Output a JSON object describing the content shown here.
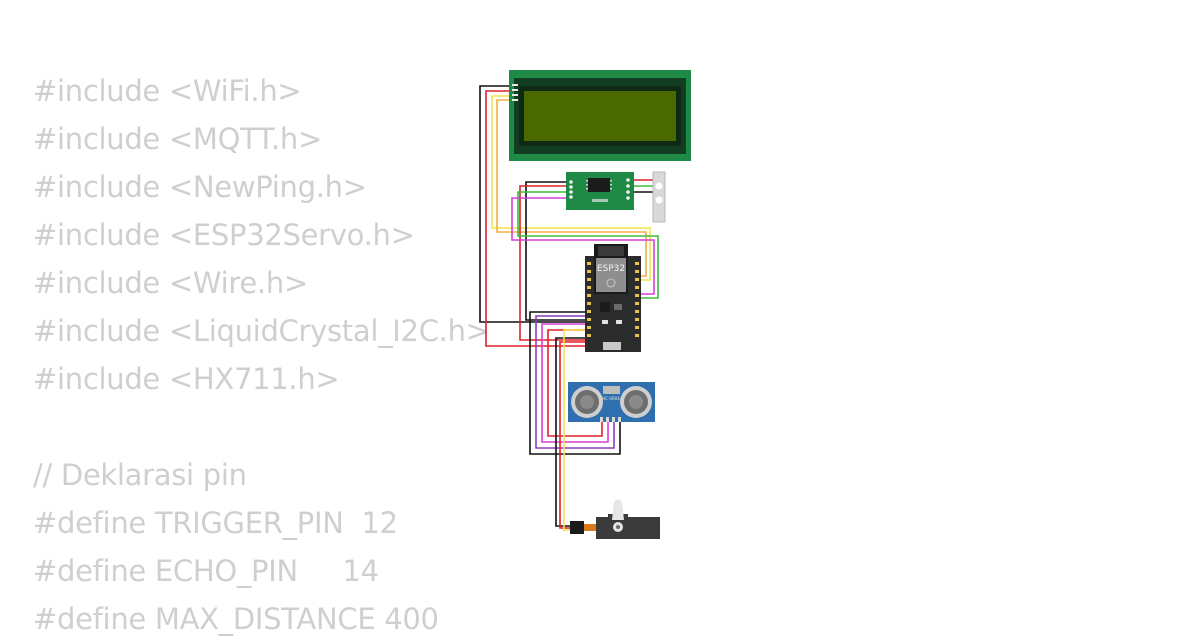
{
  "code": {
    "lines": [
      "#include <WiFi.h>",
      "#include <MQTT.h>",
      "#include <NewPing.h>",
      "#include <ESP32Servo.h>",
      "#include <Wire.h>",
      "#include <LiquidCrystal_I2C.h>",
      "#include <HX711.h>",
      "",
      "// Deklarasi pin",
      "#define TRIGGER_PIN  12",
      "#define ECHO_PIN     14",
      "#define MAX_DISTANCE 400"
    ]
  },
  "circuit": {
    "esp32_label": "ESP32",
    "ultrasonic_label": "HC-SR04"
  },
  "colors": {
    "code_text": "#cfcfcf",
    "pcb_green": "#1f8a46",
    "lcd_screen": "#4a6a00",
    "esp32_board": "#2b2b2b",
    "ultrasonic_board": "#2f6fb0",
    "wire_red": "#e0202a",
    "wire_black": "#111111",
    "wire_yellow": "#f5e24a",
    "wire_magenta": "#d63fd6",
    "wire_green": "#3bbf3b",
    "wire_purple": "#8a3fbf"
  }
}
